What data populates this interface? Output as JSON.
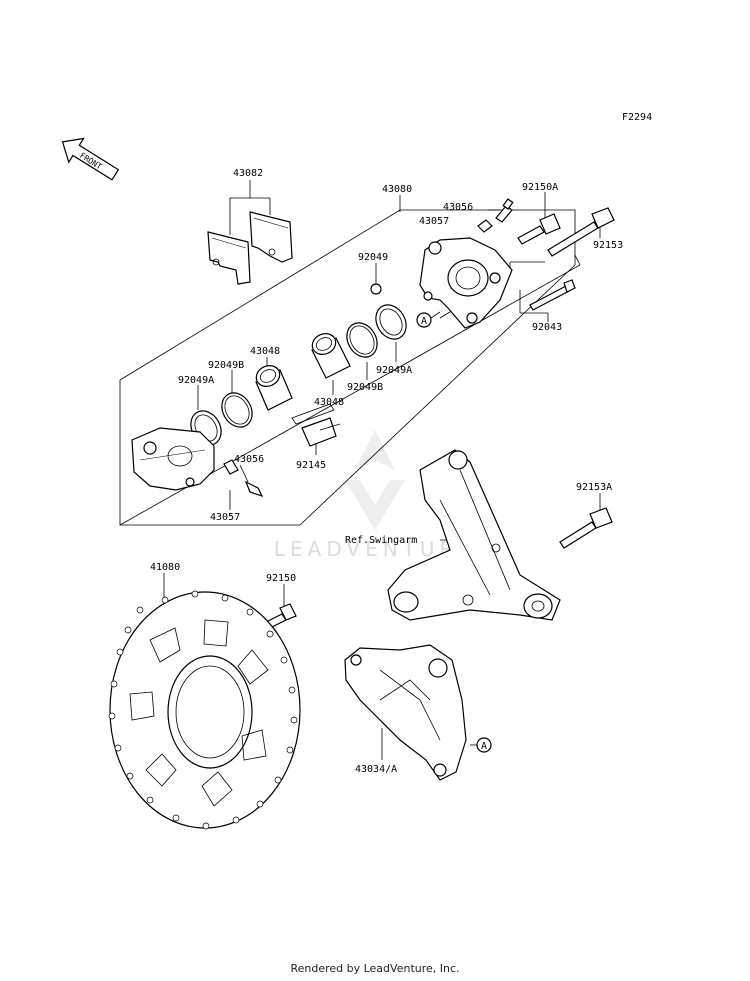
{
  "figure_code": "F2294",
  "front_label": "FRONT",
  "callouts": {
    "c43082": "43082",
    "c43080": "43080",
    "c43056_top": "43056",
    "c43057_top": "43057",
    "c92150A": "92150A",
    "c92153": "92153",
    "c92049": "92049",
    "c92043": "92043",
    "c43048_left": "43048",
    "c92049B_left": "92049B",
    "c92049A_left": "92049A",
    "c43048_right": "43048",
    "c92049B_right": "92049B",
    "c92049A_right": "92049A",
    "c92145": "92145",
    "c43056_bottom": "43056",
    "c43057_bottom": "43057",
    "c92153A": "92153A",
    "ref_swingarm": "Ref.Swingarm",
    "c41080": "41080",
    "c92150": "92150",
    "c43034A": "43034/A",
    "marker_a": "A"
  },
  "watermark": "LEADVENTURE",
  "footer": "Rendered by LeadVenture, Inc."
}
